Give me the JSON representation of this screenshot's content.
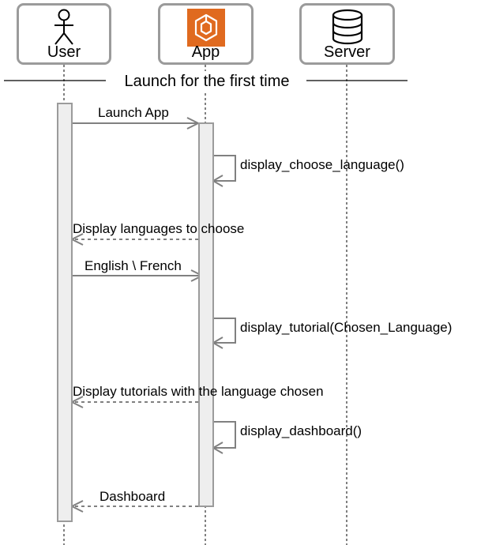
{
  "participants": {
    "user": {
      "label": "User",
      "icon": "stick-figure-actor-icon"
    },
    "app": {
      "label": "App",
      "icon": "app-hexagon-icon",
      "icon_bg": "#e06a1f"
    },
    "server": {
      "label": "Server",
      "icon": "database-cylinder-icon"
    }
  },
  "frame": {
    "title": "Launch for the first time"
  },
  "messages": [
    {
      "from": "User",
      "to": "App",
      "label": "Launch App",
      "style": "solid"
    },
    {
      "from": "App",
      "to": "App",
      "label": "display_choose_language()",
      "style": "solid"
    },
    {
      "from": "App",
      "to": "User",
      "label": "Display languages to choose",
      "style": "dashed"
    },
    {
      "from": "User",
      "to": "App",
      "label": "English \\ French",
      "style": "solid"
    },
    {
      "from": "App",
      "to": "App",
      "label": "display_tutorial(Chosen_Language)",
      "style": "solid"
    },
    {
      "from": "App",
      "to": "User",
      "label": "Display tutorials with the language chosen",
      "style": "dashed"
    },
    {
      "from": "App",
      "to": "App",
      "label": "display_dashboard()",
      "style": "solid"
    },
    {
      "from": "App",
      "to": "User",
      "label": "Dashboard",
      "style": "dashed"
    }
  ],
  "colors": {
    "line": "#808080",
    "box_border": "#9b9b9b",
    "activation_fill": "#eeeeee",
    "app_icon": "#e06a1f"
  }
}
